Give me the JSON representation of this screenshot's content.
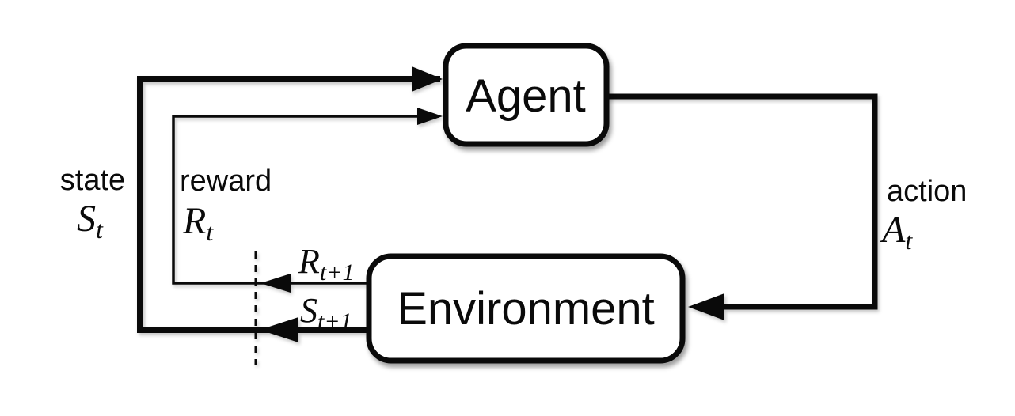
{
  "colors": {
    "ink": "#0a0a0a",
    "background": "#ffffff"
  },
  "nodes": {
    "agent": {
      "label": "Agent"
    },
    "environment": {
      "label": "Environment"
    }
  },
  "edges": {
    "state": {
      "word": "state",
      "symbol_base": "S",
      "symbol_sub": "t"
    },
    "reward": {
      "word": "reward",
      "symbol_base": "R",
      "symbol_sub": "t"
    },
    "action": {
      "word": "action",
      "symbol_base": "A",
      "symbol_sub": "t"
    },
    "next_reward": {
      "symbol_base": "R",
      "symbol_sub": "t+1"
    },
    "next_state": {
      "symbol_base": "S",
      "symbol_sub": "t+1"
    }
  }
}
